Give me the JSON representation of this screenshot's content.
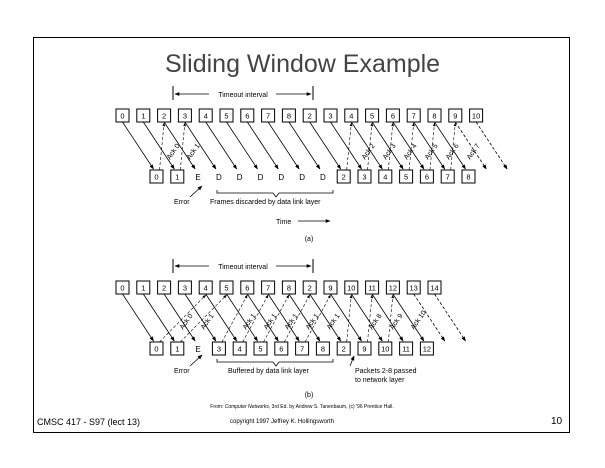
{
  "slide": {
    "title": "Sliding Window Example",
    "course": "CMSC 417 - S97  (lect 13)",
    "copyright": "copyright 1997  Jeffrey K. Hollingsworth",
    "page_number": "10",
    "source_prefix": "From: ",
    "source_book": "Computer Networks",
    "source_suffix": ", 3rd Ed. by Andrew S. Tanenbaum, (c) '96 Prentice Hall."
  },
  "diagram_a": {
    "timeout_label": "Timeout interval",
    "sender_frames": [
      "0",
      "1",
      "2",
      "3",
      "4",
      "5",
      "6",
      "7",
      "8",
      "2",
      "3",
      "4",
      "5",
      "6",
      "7",
      "8",
      "9",
      "10"
    ],
    "receiver_frames": [
      "0",
      "1",
      "E",
      "D",
      "D",
      "D",
      "D",
      "D",
      "D",
      "2",
      "3",
      "4",
      "5",
      "6",
      "7",
      "8"
    ],
    "acks": [
      "Ack 0",
      "Ack 1",
      "Ack 2",
      "Ack 3",
      "Ack 4",
      "Ack 5",
      "Ack 6",
      "Ack 7"
    ],
    "error_label": "Error",
    "discard_label": "Frames discarded by data link layer",
    "time_label": "Time",
    "caption": "(a)"
  },
  "diagram_b": {
    "timeout_label": "Timeout interval",
    "sender_frames": [
      "0",
      "1",
      "2",
      "3",
      "4",
      "5",
      "6",
      "7",
      "8",
      "2",
      "9",
      "10",
      "11",
      "12",
      "13",
      "14"
    ],
    "receiver_frames": [
      "0",
      "1",
      "E",
      "3",
      "4",
      "5",
      "6",
      "7",
      "8",
      "2",
      "9",
      "10",
      "11",
      "12"
    ],
    "acks": [
      "Ack 0",
      "Ack 1",
      "Ack 1",
      "Ack 1",
      "Ack 1",
      "Ack 1",
      "Ack 1",
      "Ack 8",
      "Ack 9",
      "Ack 10"
    ],
    "error_label": "Error",
    "buffered_label": "Buffered by data link layer",
    "passed_label_1": "Packets 2-8 passed",
    "passed_label_2": "to network layer",
    "caption": "(b)"
  }
}
